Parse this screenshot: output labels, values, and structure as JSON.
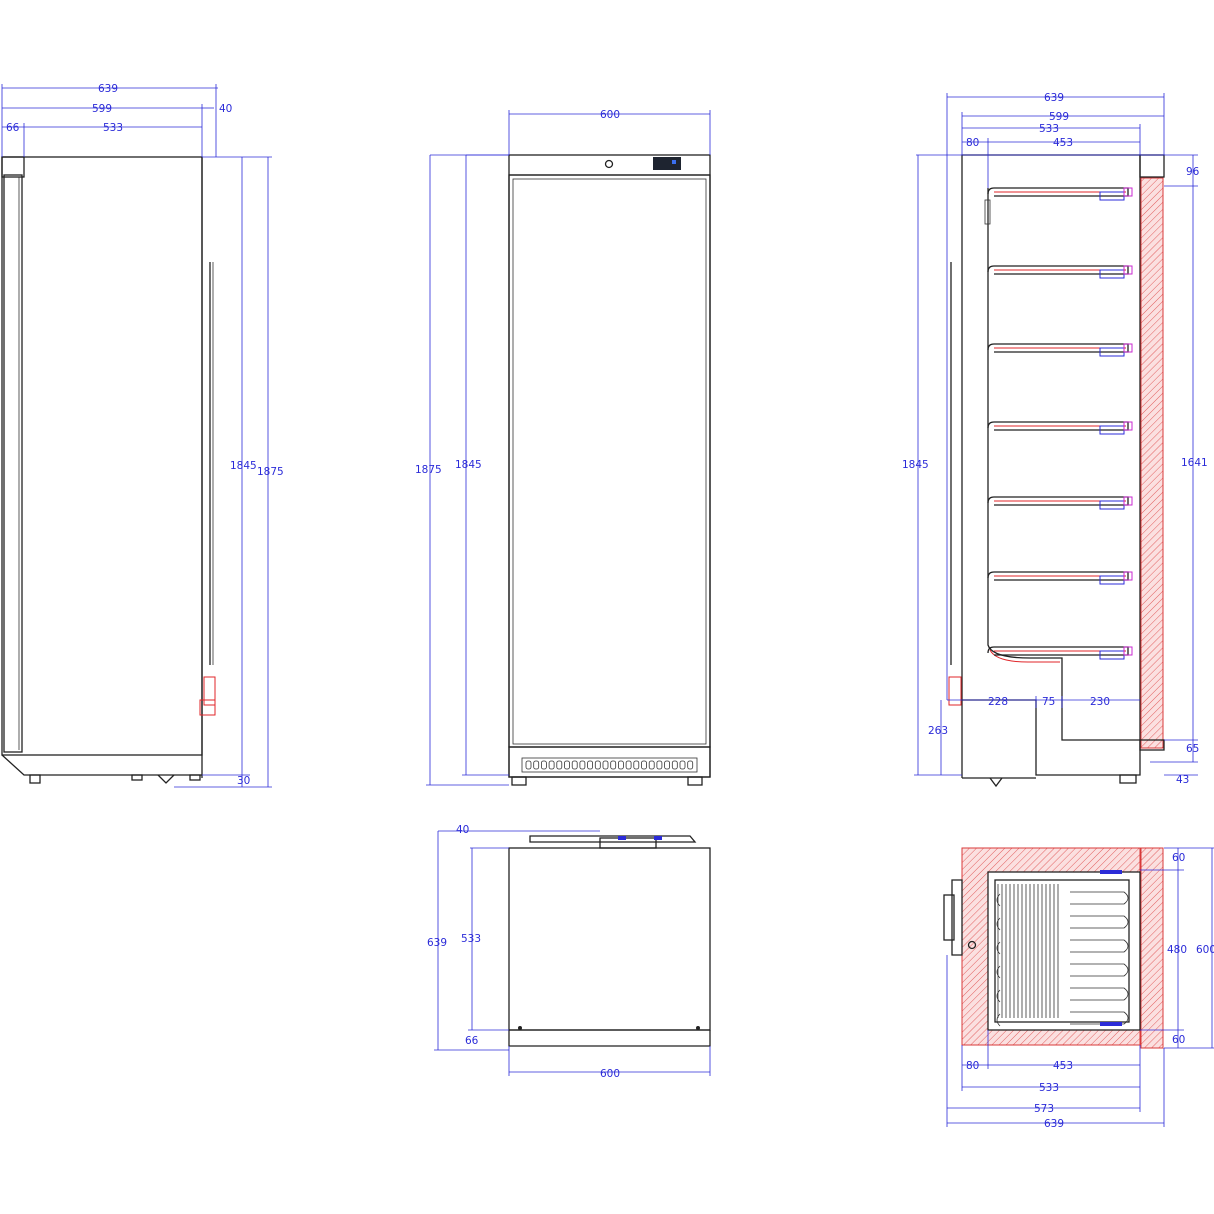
{
  "side_view": {
    "d639": "639",
    "d599": "599",
    "d40": "40",
    "d66": "66",
    "d533": "533",
    "d1845": "1845",
    "d1875": "1875",
    "d30": "30"
  },
  "front_view": {
    "d600": "600",
    "d1875": "1875",
    "d1845": "1845"
  },
  "section_view": {
    "d639": "639",
    "d599": "599",
    "d533": "533",
    "d80": "80",
    "d453": "453",
    "d96": "96",
    "d1845": "1845",
    "d1641": "1641",
    "d228": "228",
    "d75": "75",
    "d230": "230",
    "d263": "263",
    "d65": "65",
    "d43": "43"
  },
  "top_view": {
    "d40": "40",
    "d639": "639",
    "d533": "533",
    "d66": "66",
    "d600": "600"
  },
  "plan_section": {
    "d60a": "60",
    "d480": "480",
    "d600": "600",
    "d60b": "60",
    "d80": "80",
    "d453": "453",
    "d533": "533",
    "d573": "573",
    "d639": "639"
  },
  "colors": {
    "dimension": "#2b2bd8",
    "outline": "#222222",
    "section": "#e0262a"
  }
}
